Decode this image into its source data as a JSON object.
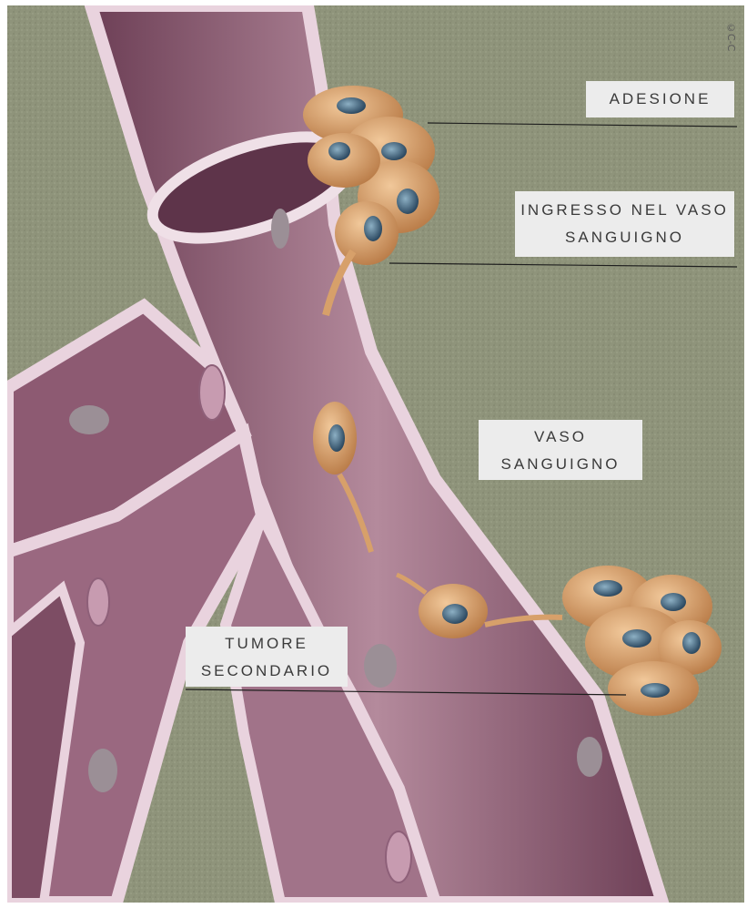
{
  "labels": {
    "adhesion": [
      "ADESIONE"
    ],
    "entry": [
      "INGRESSO NEL VASO",
      "SANGUIGNO"
    ],
    "vessel": [
      "VASO",
      "SANGUIGNO"
    ],
    "secondary_tumor": [
      "TUMORE",
      "SECONDARIO"
    ]
  },
  "copyright": "©C-C",
  "colors": {
    "background": "#8f947b",
    "vessel_outer": "#b78b9d",
    "vessel_inner": "#7c4d63",
    "vessel_wall": "#e9d3de",
    "cell": "#d7a06a",
    "nucleus": "#4b6e88",
    "label_bg": "#ececec"
  }
}
